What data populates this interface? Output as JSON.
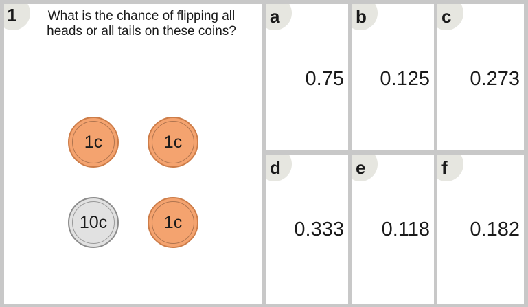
{
  "question": {
    "number": "1",
    "text": "What is the chance of flipping all heads or all tails on these coins?",
    "coins": [
      {
        "label": "1c",
        "metal": "copper"
      },
      {
        "label": "1c",
        "metal": "copper"
      },
      {
        "label": "10c",
        "metal": "silver"
      },
      {
        "label": "1c",
        "metal": "copper"
      }
    ]
  },
  "answers": [
    {
      "letter": "a",
      "value": "0.75"
    },
    {
      "letter": "b",
      "value": "0.125"
    },
    {
      "letter": "c",
      "value": "0.273"
    },
    {
      "letter": "d",
      "value": "0.333"
    },
    {
      "letter": "e",
      "value": "0.118"
    },
    {
      "letter": "f",
      "value": "0.182"
    }
  ],
  "colors": {
    "copper": "#f4a36f",
    "silver": "#e1e1e1",
    "tab": "#e6e6e0",
    "grid": "#c8c8c8"
  }
}
